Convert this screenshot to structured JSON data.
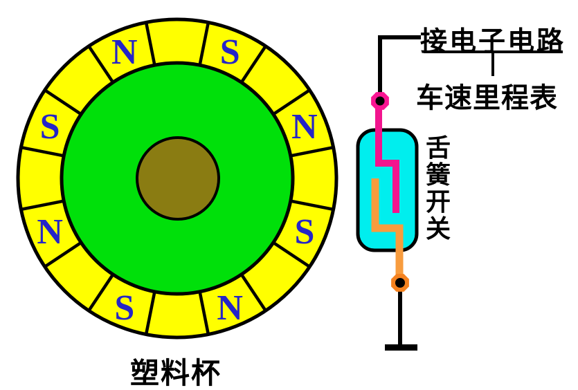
{
  "wheel": {
    "caption": "塑料杯",
    "poles": [
      {
        "label": "S"
      },
      {
        "label": "N"
      },
      {
        "label": "S"
      },
      {
        "label": "N"
      },
      {
        "label": "S"
      },
      {
        "label": "N"
      },
      {
        "label": "S"
      },
      {
        "label": "N"
      }
    ],
    "colors": {
      "ring": "#FFFF00",
      "disk": "#00E00A",
      "hub": "#8A7C12",
      "pole_letter": "#2525C8"
    }
  },
  "circuit": {
    "connect_label": "接电子电路",
    "odometer_label": "车速里程表",
    "reed_switch_label": "舌簧开关",
    "colors": {
      "capsule": "#00EEEE",
      "top_reed": "#F2148E",
      "bottom_reed": "#F89C3E",
      "top_terminal": "#F91592",
      "bottom_terminal": "#F5821F"
    }
  }
}
